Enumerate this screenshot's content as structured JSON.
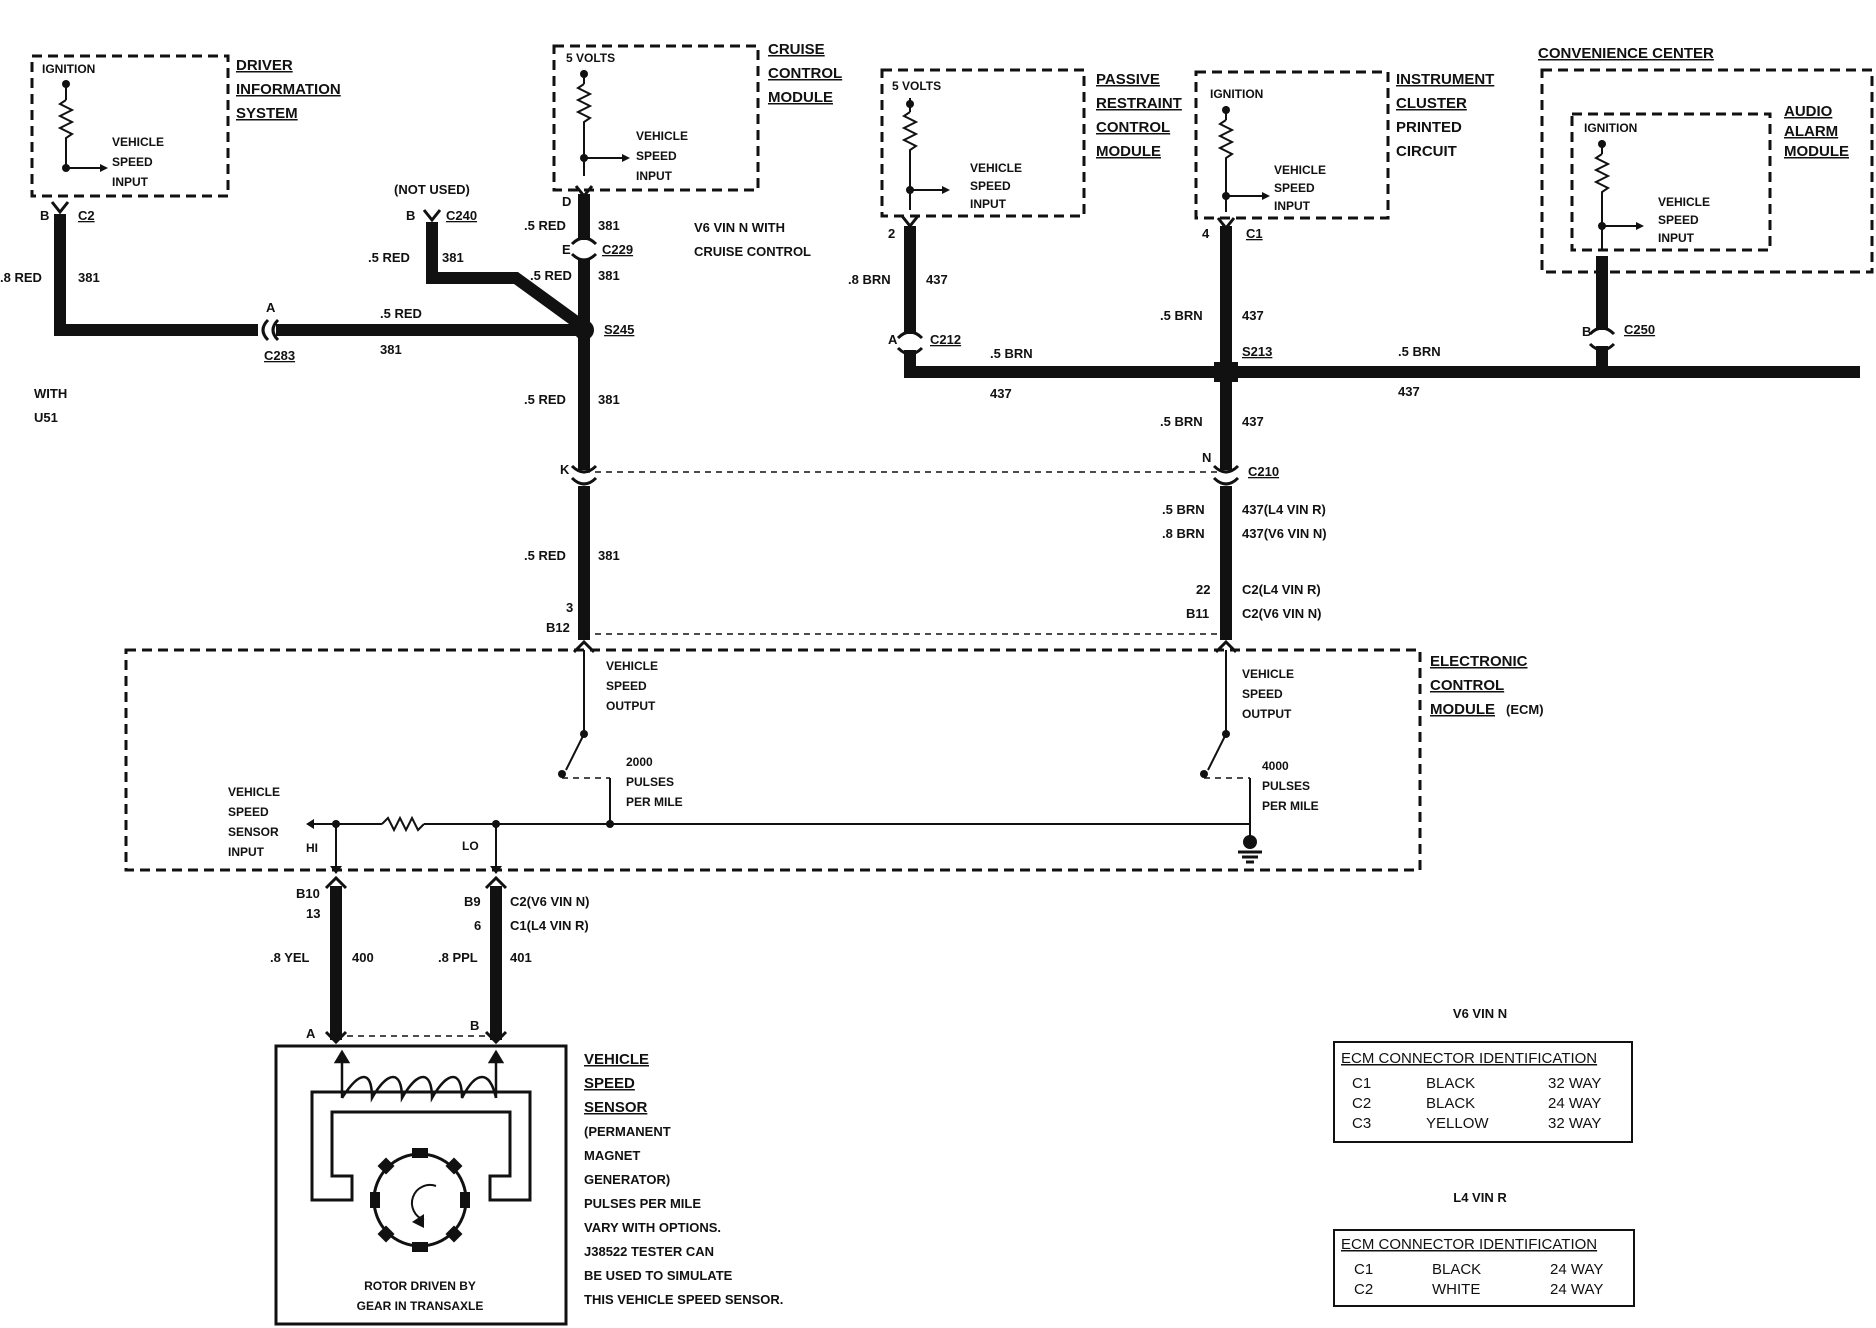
{
  "modules": {
    "dis": {
      "title_lines": [
        "DRIVER",
        "INFORMATION",
        "SYSTEM"
      ],
      "supply": "IGNITION",
      "input_lines": [
        "VEHICLE",
        "SPEED",
        "INPUT"
      ]
    },
    "ccm": {
      "title_lines": [
        "CRUISE",
        "CONTROL",
        "MODULE"
      ],
      "supply": "5 VOLTS",
      "input_lines": [
        "VEHICLE",
        "SPEED",
        "INPUT"
      ]
    },
    "prcm": {
      "title_lines": [
        "PASSIVE",
        "RESTRAINT",
        "CONTROL",
        "MODULE"
      ],
      "supply": "5 VOLTS",
      "input_lines": [
        "VEHICLE",
        "SPEED",
        "INPUT"
      ]
    },
    "ipc": {
      "title_lines": [
        "INSTRUMENT",
        "CLUSTER",
        "PRINTED",
        "CIRCUIT"
      ],
      "supply": "IGNITION",
      "input_lines": [
        "VEHICLE",
        "SPEED",
        "INPUT"
      ]
    },
    "conv": {
      "title": "CONVENIENCE CENTER"
    },
    "aam": {
      "title_lines": [
        "AUDIO",
        "ALARM",
        "MODULE"
      ],
      "supply": "IGNITION",
      "input_lines": [
        "VEHICLE",
        "SPEED",
        "INPUT"
      ]
    },
    "ecm": {
      "title_lines": [
        "ELECTRONIC",
        "CONTROL",
        "MODULE"
      ],
      "title_suffix": "(ECM)",
      "out_left_lines": [
        "VEHICLE",
        "SPEED",
        "OUTPUT"
      ],
      "out_right_lines": [
        "VEHICLE",
        "SPEED",
        "OUTPUT"
      ],
      "pulses_left_lines": [
        "2000",
        "PULSES",
        "PER MILE"
      ],
      "pulses_right_lines": [
        "4000",
        "PULSES",
        "PER MILE"
      ],
      "vss_input_lines": [
        "VEHICLE",
        "SPEED",
        "SENSOR",
        "INPUT"
      ],
      "hi": "HI",
      "lo": "LO"
    },
    "vss": {
      "title_lines": [
        "VEHICLE",
        "SPEED",
        "SENSOR"
      ],
      "desc_lines": [
        "(PERMANENT",
        "MAGNET",
        "GENERATOR)",
        "PULSES PER MILE",
        "VARY WITH OPTIONS.",
        "J38522 TESTER CAN",
        "BE USED TO SIMULATE",
        "THIS VEHICLE SPEED SENSOR."
      ],
      "rotor_lines": [
        "ROTOR DRIVEN BY",
        "GEAR IN TRANSAXLE"
      ]
    }
  },
  "notes": {
    "not_used": "(NOT USED)",
    "with_u51": [
      "WITH",
      "U51"
    ],
    "v6_cruise": [
      "V6 VIN N WITH",
      "CRUISE CONTROL"
    ]
  },
  "labels": {
    "dis_pin": "B",
    "dis_conn": "C2",
    "dis_wire_size": ".8 RED",
    "dis_wire_num": "381",
    "c283_pin": "A",
    "c283_wire_size": ".5 RED",
    "c283_conn": "C283",
    "c283_wire_num": "381",
    "c240_pin": "B",
    "c240_conn": "C240",
    "nu_wire_size": ".5 RED",
    "nu_wire_num": "381",
    "ccm_pin": "D",
    "ccm_wire_size": ".5 RED",
    "ccm_wire_num": "381",
    "c229_pin": "E",
    "c229_conn": "C229",
    "c229_wire_size": ".5 RED",
    "c229_wire_num": "381",
    "s245": "S245",
    "k_wire_size": ".5 RED",
    "k_wire_num": "381",
    "c210_left_pin": "K",
    "ecm_left_wire_size": ".5 RED",
    "ecm_left_wire_num": "381",
    "ecm_left_pin_1": "3",
    "ecm_left_pin_2": "B12",
    "prcm_pin": "2",
    "prcm_wire_size": ".8 BRN",
    "prcm_wire_num": "437",
    "c212_pin": "A",
    "c212_conn": "C212",
    "c212_wire_size": ".5 BRN",
    "c212_wire_num": "437",
    "ipc_pin": "4",
    "ipc_conn": "C1",
    "ipc_wire_size": ".5 BRN",
    "ipc_wire_num": "437",
    "s213": "S213",
    "aam_wire_size": ".5 BRN",
    "aam_wire_num": "437",
    "c250_pin": "B",
    "c250_conn": "C250",
    "s213_down_size": ".5 BRN",
    "s213_down_num": "437",
    "c210_right_pin": "N",
    "c210_conn": "C210",
    "r_size_1": ".5 BRN",
    "r_num_1": "437(L4 VIN R)",
    "r_size_2": ".8 BRN",
    "r_num_2": "437(V6 VIN N)",
    "r_pin_1": "22",
    "r_conn_1": "C2(L4 VIN R)",
    "r_pin_2": "B11",
    "r_conn_2": "C2(V6 VIN N)",
    "vss_hi_pin_1": "B10",
    "vss_hi_pin_2": "13",
    "vss_lo_pin_1": "B9",
    "vss_lo_conn_1": "C2(V6 VIN N)",
    "vss_lo_pin_2": "6",
    "vss_lo_conn_2": "C1(L4 VIN R)",
    "yel_size": ".8 YEL",
    "yel_num": "400",
    "ppl_size": ".8 PPL",
    "ppl_num": "401",
    "vss_pin_a": "A",
    "vss_pin_b": "B"
  },
  "tables": [
    {
      "heading": "V6 VIN N",
      "title": "ECM CONNECTOR IDENTIFICATION",
      "rows": [
        [
          "C1",
          "BLACK",
          "32 WAY"
        ],
        [
          "C2",
          "BLACK",
          "24 WAY"
        ],
        [
          "C3",
          "YELLOW",
          "32 WAY"
        ]
      ]
    },
    {
      "heading": "L4 VIN R",
      "title": "ECM CONNECTOR IDENTIFICATION",
      "rows": [
        [
          "C1",
          "BLACK",
          "24 WAY"
        ],
        [
          "C2",
          "WHITE",
          "24 WAY"
        ]
      ]
    }
  ]
}
